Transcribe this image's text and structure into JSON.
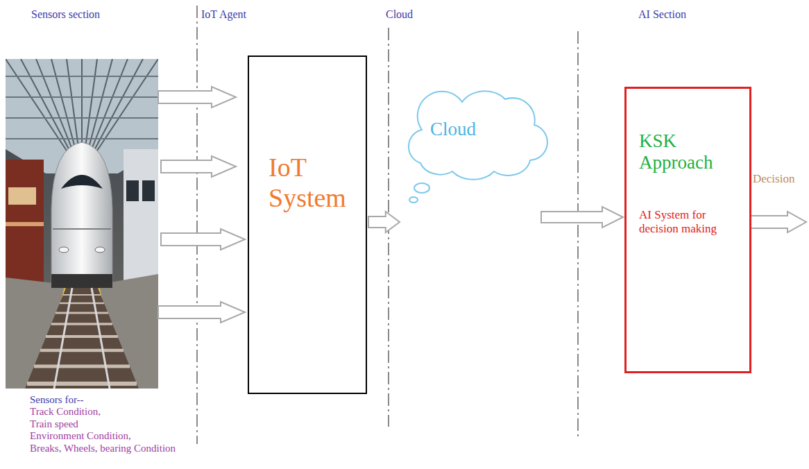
{
  "diagram": {
    "nodes": [
      {
        "text": [
          "IoT System"
        ]
      },
      {
        "text": [
          "Cloud"
        ]
      },
      {
        "text": [
          "KSK Approach",
          "AI System for decision making"
        ]
      }
    ],
    "edges": [
      {
        "from": 0,
        "to": 1,
        "arrow": "to"
      },
      {
        "from": 1,
        "to": 2,
        "arrow": "to"
      }
    ],
    "labels": [
      "Sensors section",
      "IoT Agent",
      "Cloud",
      "AI Section",
      "Decision",
      "Sensors for--",
      "Track Condition,",
      "Train speed",
      "Environment Condition,",
      "Breaks, Wheels, bearing Condition"
    ]
  }
}
